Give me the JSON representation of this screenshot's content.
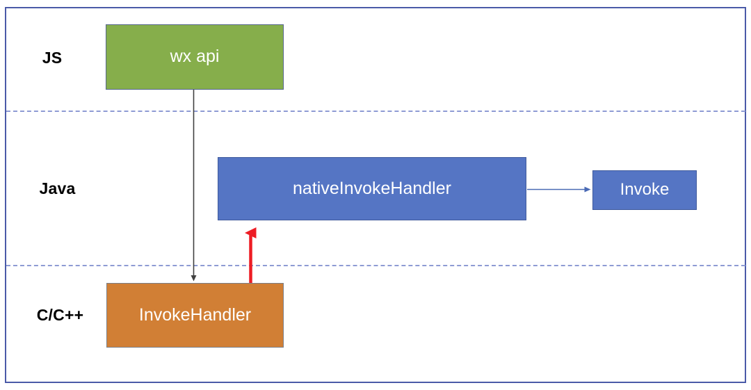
{
  "diagram": {
    "title": "wx api native invoke call flow",
    "frame": {
      "border_color": "#4a5aa8"
    },
    "divider_color": "#8e9bd4",
    "layers": [
      {
        "id": "js",
        "label": "JS"
      },
      {
        "id": "java",
        "label": "Java"
      },
      {
        "id": "cpp",
        "label": "C/C++"
      }
    ],
    "nodes": [
      {
        "id": "wx-api",
        "label": "wx api",
        "layer": "js",
        "color": "#86AE4B"
      },
      {
        "id": "native-invoke-handler",
        "label": "nativeInvokeHandler",
        "layer": "java",
        "color": "#5575C4"
      },
      {
        "id": "invoke",
        "label": "Invoke",
        "layer": "java",
        "color": "#5575C4"
      },
      {
        "id": "invoke-handler",
        "label": "InvokeHandler",
        "layer": "cpp",
        "color": "#D17F35"
      }
    ],
    "edges": [
      {
        "id": "wx-api-to-invoke-handler",
        "from": "wx-api",
        "to": "invoke-handler",
        "color": "#404040",
        "style": "solid-arrow-down"
      },
      {
        "id": "invoke-handler-to-native-invoke-handler",
        "from": "invoke-handler",
        "to": "native-invoke-handler",
        "color": "#ED1C24",
        "style": "thick-arrow-up"
      },
      {
        "id": "native-invoke-handler-to-invoke",
        "from": "native-invoke-handler",
        "to": "invoke",
        "color": "#4a6ab5",
        "style": "thin-arrow-right"
      }
    ]
  }
}
